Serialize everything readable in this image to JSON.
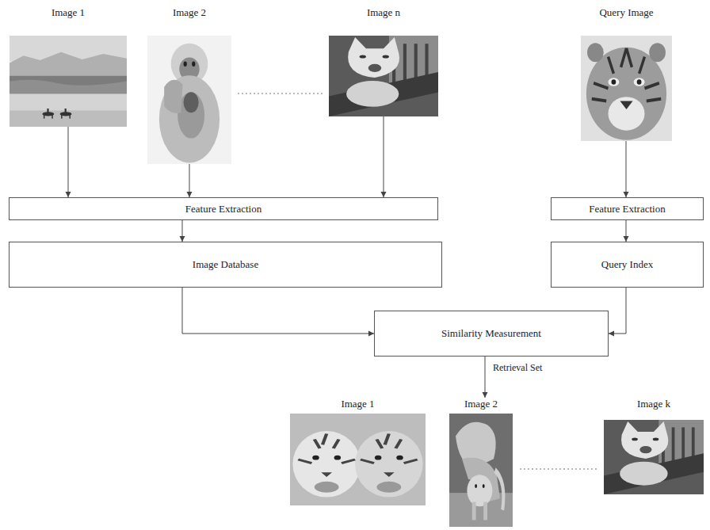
{
  "diagram": {
    "nodes": [
      {
        "text": [
          "Image 1"
        ]
      },
      {
        "text": [
          "Image 2"
        ]
      },
      {
        "text": [
          "Image n"
        ]
      },
      {
        "text": [
          "Query Image"
        ]
      },
      {
        "text": [
          "Feature Extraction"
        ]
      },
      {
        "text": [
          "Feature Extraction"
        ]
      },
      {
        "text": [
          "Image Database"
        ]
      },
      {
        "text": [
          "Query Index"
        ]
      },
      {
        "text": [
          "Similarity Measurement"
        ]
      },
      {
        "text": [
          "Image 1"
        ]
      },
      {
        "text": [
          "Image 2"
        ]
      },
      {
        "text": [
          "Image k"
        ]
      }
    ],
    "edges": [
      {
        "from": 0,
        "to": 4,
        "arrow": "to"
      },
      {
        "from": 1,
        "to": 4,
        "arrow": "to"
      },
      {
        "from": 2,
        "to": 4,
        "arrow": "to"
      },
      {
        "from": 3,
        "to": 5,
        "arrow": "to"
      },
      {
        "from": 4,
        "to": 6,
        "arrow": "to"
      },
      {
        "from": 5,
        "to": 7,
        "arrow": "to"
      },
      {
        "from": 6,
        "to": 8,
        "arrow": "to"
      },
      {
        "from": 7,
        "to": 8,
        "arrow": "to"
      },
      {
        "from": 8,
        "to": 10,
        "label": "Retrieval Set",
        "arrow": "to"
      }
    ]
  }
}
